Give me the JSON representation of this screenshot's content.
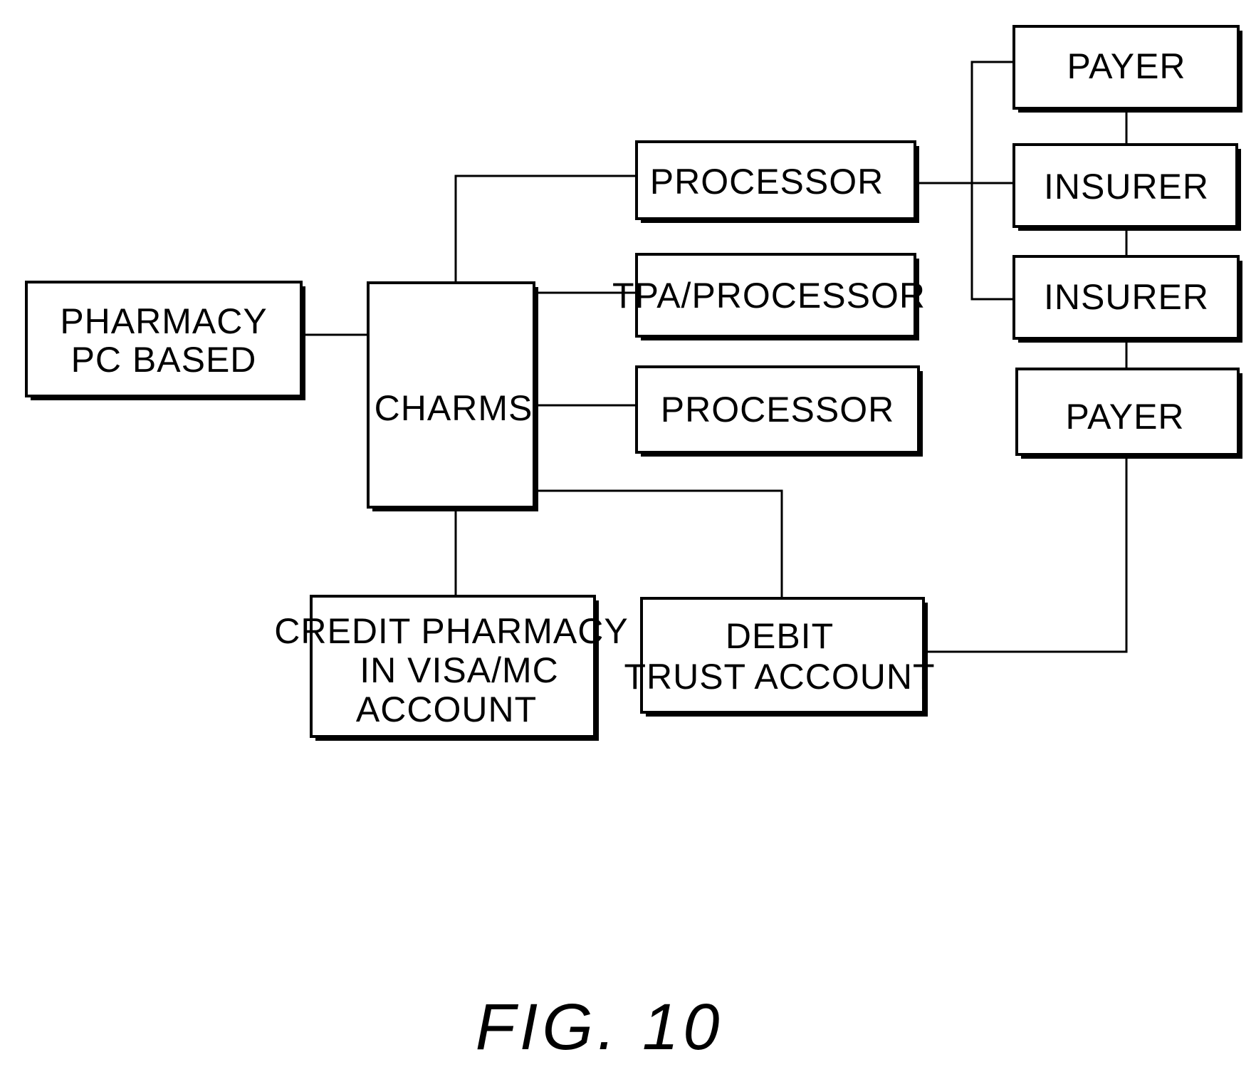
{
  "figure": {
    "caption": "FIG. 10"
  },
  "nodes": {
    "pharmacy": [
      "PHARMACY",
      "PC BASED"
    ],
    "charms": [
      "CHARMS"
    ],
    "processor_1": [
      "PROCESSOR"
    ],
    "tpa_processor": [
      "TPA/PROCESSOR"
    ],
    "processor_2": [
      "PROCESSOR"
    ],
    "payer_1": [
      "PAYER"
    ],
    "insurer_1": [
      "INSURER"
    ],
    "insurer_2": [
      "INSURER"
    ],
    "payer_2": [
      "PAYER"
    ],
    "credit_account": [
      "CREDIT PHARMACY",
      "IN VISA/MC",
      "ACCOUNT"
    ],
    "debit_account": [
      "DEBIT",
      "TRUST ACCOUNT"
    ]
  },
  "connections": [
    [
      "pharmacy",
      "charms"
    ],
    [
      "charms",
      "processor_1"
    ],
    [
      "charms",
      "tpa_processor"
    ],
    [
      "charms",
      "processor_2"
    ],
    [
      "charms",
      "credit_account"
    ],
    [
      "charms",
      "debit_account"
    ],
    [
      "processor_1",
      "payer_1"
    ],
    [
      "processor_1",
      "insurer_1"
    ],
    [
      "processor_1",
      "insurer_2"
    ],
    [
      "payer_1",
      "insurer_1"
    ],
    [
      "insurer_1",
      "insurer_2"
    ],
    [
      "insurer_2",
      "payer_2"
    ],
    [
      "payer_2",
      "debit_account"
    ]
  ]
}
